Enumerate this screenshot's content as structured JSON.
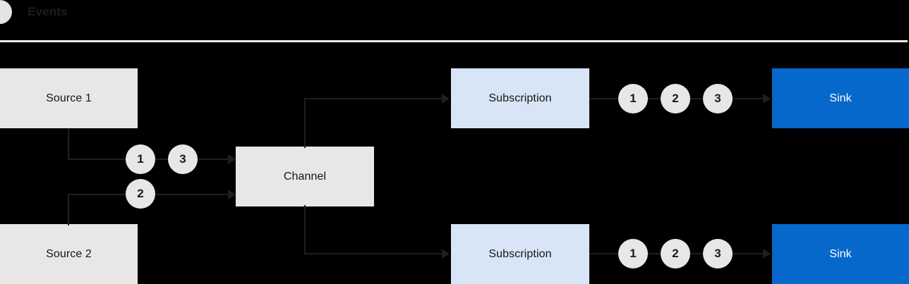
{
  "legend": {
    "dot_icon": "event-dot-icon",
    "label": "Events",
    "dot_color": "#E4E4E4"
  },
  "divider_color": "#EDEAE6",
  "colors": {
    "source_box": "#E7E7E7",
    "channel_box": "#E7E7E7",
    "subscription_box": "#D7E5F6",
    "sink_box": "#0668CB",
    "sink_text": "#FFFFFF",
    "line": "#1F1F1F",
    "token": "#E7E7E7",
    "background": "#000000"
  },
  "nodes": {
    "source_1": "Source 1",
    "source_2": "Source 2",
    "channel": "Channel",
    "subscription_top": "Subscription",
    "subscription_bottom": "Subscription",
    "sink_top": "Sink",
    "sink_bottom": "Sink"
  },
  "tokens": {
    "source1_to_channel": [
      "1",
      "3"
    ],
    "source2_to_channel": [
      "2"
    ],
    "subscription_top_to_sink": [
      "1",
      "2",
      "3"
    ],
    "subscription_bottom_to_sink": [
      "1",
      "2",
      "3"
    ]
  }
}
